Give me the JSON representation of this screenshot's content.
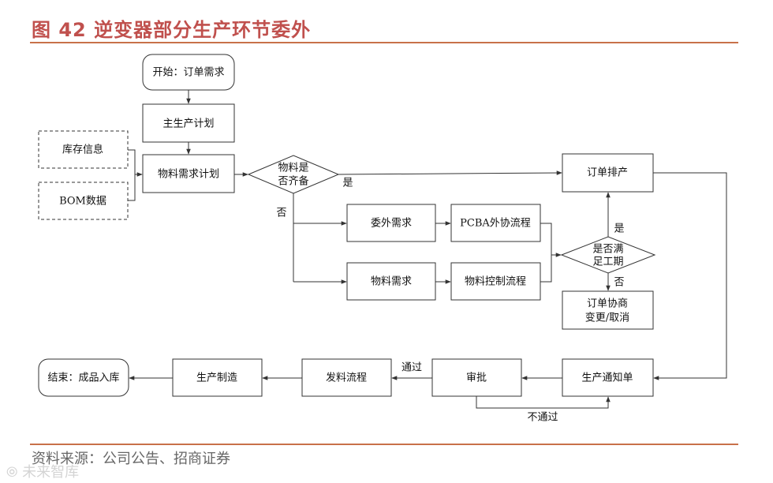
{
  "header": {
    "title": "图 42  逆变器部分生产环节委外"
  },
  "diagram": {
    "start": "开始：订单需求",
    "master_plan": "主生产计划",
    "inventory": "库存信息",
    "bom": "BOM数据",
    "mrp": "物料需求计划",
    "materials_ready_line1": "物料是",
    "materials_ready_line2": "否齐备",
    "yes_label_1": "是",
    "no_label_1": "否",
    "order_schedule": "订单排产",
    "outsource_demand": "委外需求",
    "pcba_process": "PCBA外协流程",
    "material_demand": "物料需求",
    "material_control": "物料控制流程",
    "meet_deadline_line1": "是否满",
    "meet_deadline_line2": "足工期",
    "yes_label_2": "是",
    "no_label_2": "否",
    "negotiate_line1": "订单协商",
    "negotiate_line2": "变更/取消",
    "production_notice": "生产通知单",
    "approval": "审批",
    "approved": "通过",
    "not_approved": "不通过",
    "issue_process": "发料流程",
    "manufacturing": "生产制造",
    "end": "结束：成品入库"
  },
  "footer": {
    "source": "资料来源：公司公告、招商证券",
    "watermark": "⦾ 未来智库"
  }
}
